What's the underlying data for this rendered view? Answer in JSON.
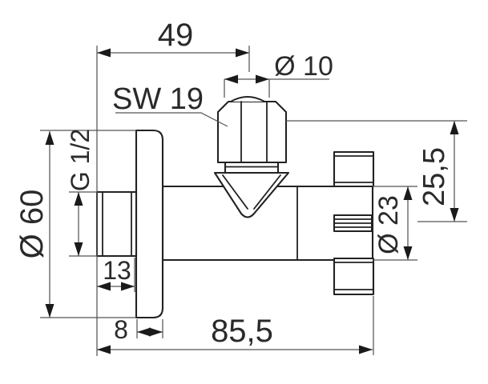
{
  "drawing": {
    "colors": {
      "background": "#ffffff",
      "part_outline": "#222222",
      "dimension_line": "#555555",
      "arrow": "#1a1a1a",
      "label_text": "#2a2a2a"
    },
    "dimensions": {
      "top_width": "49",
      "pipe_diameter": "Ø 10",
      "wrench_size": "SW 19",
      "thread_size": "G 1/2",
      "rosette_diameter": "Ø 60",
      "thread_length": "13",
      "rosette_thickness": "8",
      "total_length": "85,5",
      "outlet_offset": "25,5",
      "handle_diameter": "Ø 23"
    }
  }
}
